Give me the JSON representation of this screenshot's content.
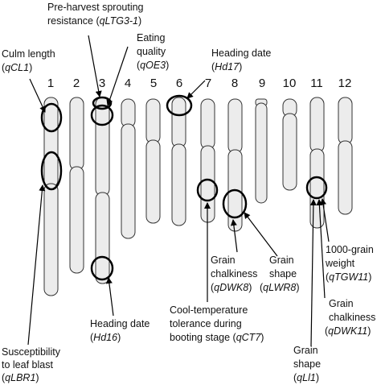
{
  "chromosome_numbers": [
    "1",
    "2",
    "3",
    "4",
    "5",
    "6",
    "7",
    "8",
    "9",
    "10",
    "11",
    "12"
  ],
  "labels": {
    "culm_length": {
      "line1": "Culm length",
      "line2_open": "(",
      "line2_italic": "qCL1",
      "line2_close": ")"
    },
    "pre_harvest": {
      "line1": "Pre-harvest sprouting",
      "line2_pre": "resistance (",
      "line2_italic": "qLTG3-1",
      "line2_close": ")"
    },
    "eating_quality": {
      "line1": "Eating",
      "line2": "quality",
      "line3_open": "(",
      "line3_italic": "qOE3",
      "line3_close": ")"
    },
    "heading_date_hd17": {
      "line1": "Heading date",
      "line2_open": "(",
      "line2_italic": "Hd17",
      "line2_close": ")"
    },
    "leaf_blast": {
      "line1": "Susceptibility",
      "line2": "to leaf blast",
      "line3_open": "(",
      "line3_italic": "qLBR1",
      "line3_close": ")"
    },
    "heading_date_hd16": {
      "line1": "Heading date",
      "line2_open": "(",
      "line2_italic": "Hd16",
      "line2_close": ")"
    },
    "cool_temp": {
      "line1": "Cool-temperature",
      "line2": "tolerance during",
      "line3_pre": "booting stage (",
      "line3_italic": "qCT7",
      "line3_close": ")"
    },
    "chalk_8": {
      "line1": "Grain",
      "line2": "chalkiness",
      "line3_open": "(",
      "line3_italic": "qDWK8",
      "line3_close": ")"
    },
    "shape_8": {
      "line1": "Grain",
      "line2": "shape",
      "line3_open": "(",
      "line3_italic": "qLWR8",
      "line3_close": ")"
    },
    "grain_weight": {
      "line1": "1000-grain",
      "line2": "weight",
      "line3_open": "(",
      "line3_italic": "qTGW11",
      "line3_close": ")"
    },
    "chalk_11": {
      "line1": "Grain",
      "line2": "chalkiness",
      "line3_open": "(",
      "line3_italic": "qDWK11",
      "line3_close": ")"
    },
    "shape_11": {
      "line1": "Grain",
      "line2": "shape",
      "line3_open": "(",
      "line3_italic": "qLl1",
      "line3_close": ")"
    }
  }
}
